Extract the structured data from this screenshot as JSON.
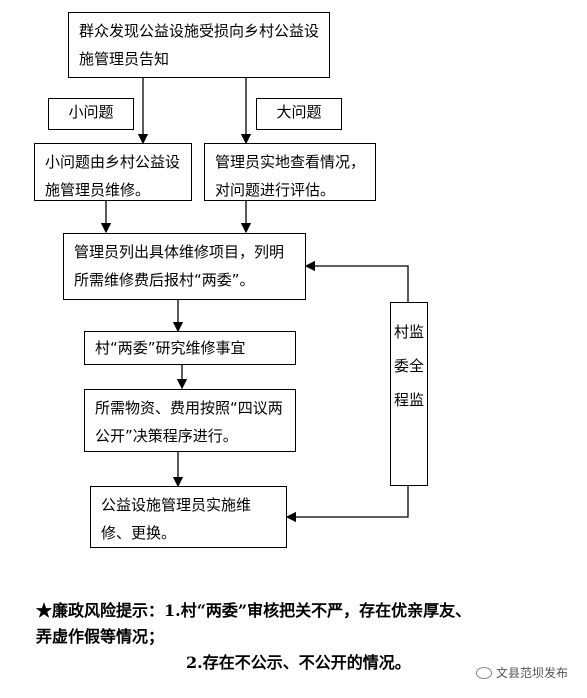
{
  "flow": {
    "box_start": "群众发现公益设施受损向乡村公益设施管理员告知",
    "tag_small": "小问题",
    "tag_large": "大问题",
    "box_small_fix": "小问题由乡村公益设施管理员维修。",
    "box_inspect": "管理员实地查看情况，对问题进行评估。",
    "box_list": "管理员列出具体维修项目，列明所需维修费后报村“两委”。",
    "box_research": "村“两委”研究维修事宜",
    "box_procedure": "所需物资、费用按照“四议两公开”决策程序进行。",
    "box_repair": "公益设施管理员实施维修、更换。",
    "box_supervise": "村监委全程监"
  },
  "note": {
    "prefix": "★廉政风险提示：",
    "item1_a": "1.村“两委”审核把关不严，存在优亲厚友、",
    "item1_b": "弄虚作假等情况；",
    "item2": "2.存在不公示、不公开的情况。"
  },
  "watermark": "文县范坝发布"
}
